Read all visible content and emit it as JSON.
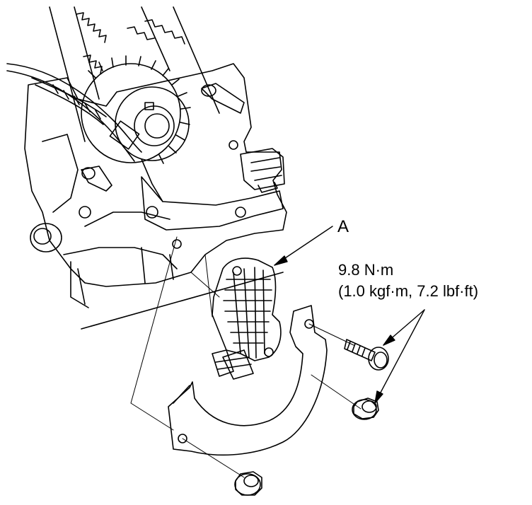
{
  "callouts": {
    "part_letter": "A",
    "torque_value": "9.8 N·m",
    "torque_alt": "(1.0 kgf·m, 7.2 lbf·ft)"
  },
  "colors": {
    "ink": "#000000",
    "paper": "#ffffff"
  }
}
